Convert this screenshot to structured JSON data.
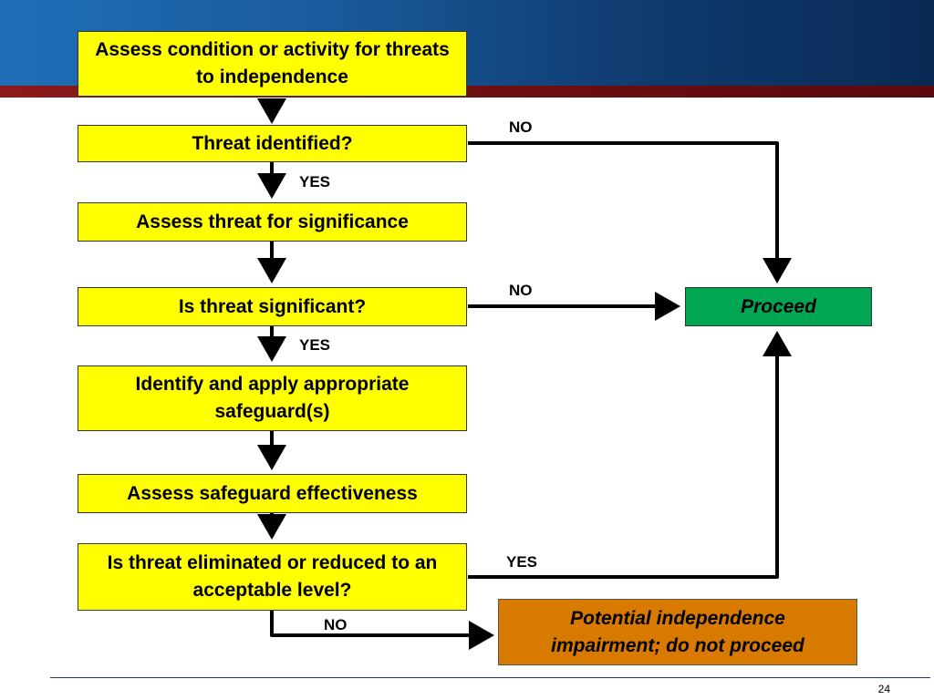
{
  "boxes": {
    "assess_condition": "Assess condition or activity for threats to independence",
    "threat_identified": "Threat identified?",
    "assess_significance": "Assess threat for significance",
    "is_significant": "Is threat significant?",
    "apply_safeguards": "Identify and apply appropriate safeguard(s)",
    "assess_effectiveness": "Assess safeguard effectiveness",
    "is_eliminated": "Is threat eliminated or reduced to an acceptable level?",
    "proceed": "Proceed",
    "impairment": "Potential independence impairment; do not proceed"
  },
  "labels": {
    "no_identified": "NO",
    "yes_identified": "YES",
    "no_significant": "NO",
    "yes_significant": "YES",
    "yes_eliminated": "YES",
    "no_eliminated": "NO"
  },
  "colors": {
    "decision_box": "#ffff00",
    "proceed_box": "#00a651",
    "impairment_box": "#d97a00",
    "banner_blue": "#1a5a9c",
    "banner_red": "#6e0f12"
  },
  "footer": {
    "page_number": "24"
  }
}
